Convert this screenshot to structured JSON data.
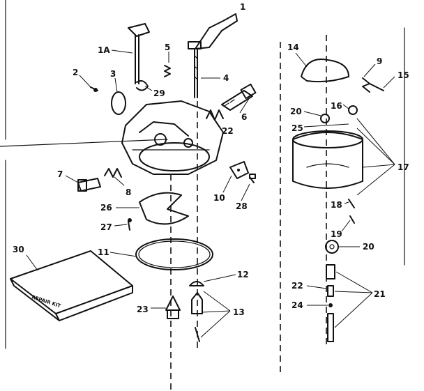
{
  "callouts": {
    "c1": "1",
    "c1a": "1A",
    "c2": "2",
    "c3": "3",
    "c4": "4",
    "c5": "5",
    "c6": "6",
    "c7": "7",
    "c8": "8",
    "c9": "9",
    "c10": "10",
    "c11": "11",
    "c12": "12",
    "c13": "13",
    "c14": "14",
    "c15": "15",
    "c16": "16",
    "c17": "17",
    "c18": "18",
    "c19": "19",
    "c20a": "20",
    "c20b": "20",
    "c21": "21",
    "c22a": "22",
    "c22b": "22",
    "c23": "23",
    "c24": "24",
    "c25": "25",
    "c26": "26",
    "c27": "27",
    "c28": "28",
    "c29": "29",
    "c30": "30"
  },
  "kit_label": "REPAIR KIT"
}
